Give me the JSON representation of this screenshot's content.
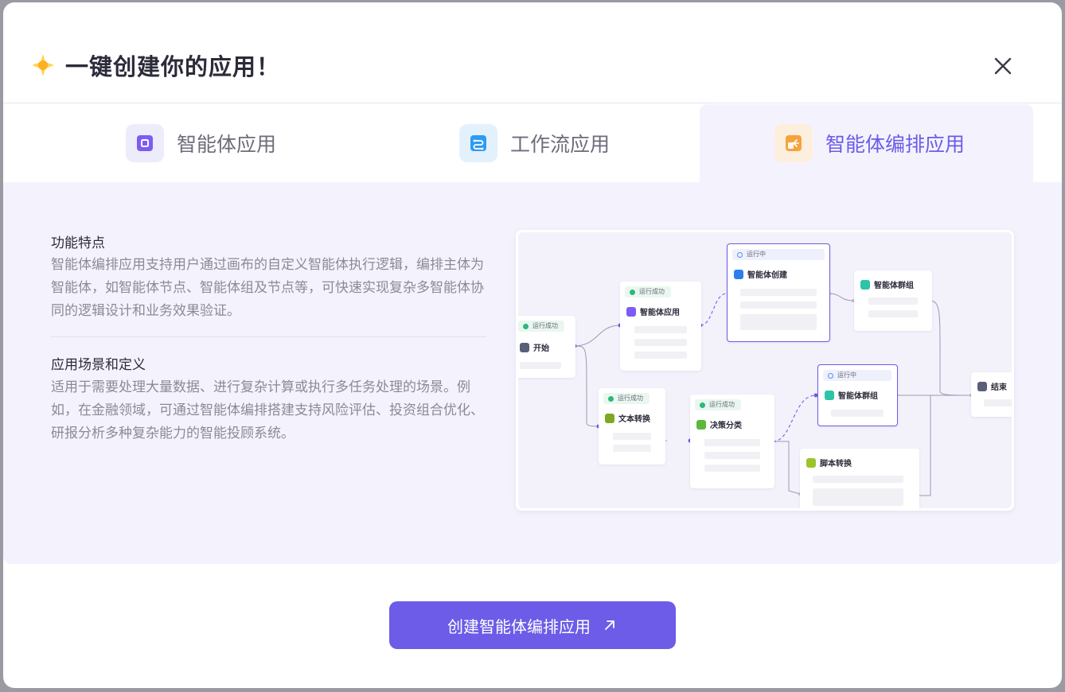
{
  "header": {
    "title": "一键创建你的应用！",
    "icon": "sparkle-icon"
  },
  "tabs": [
    {
      "label": "智能体应用",
      "icon": "agent-app-icon",
      "color": "#7b5cf5",
      "bg": "#ececfb"
    },
    {
      "label": "工作流应用",
      "icon": "workflow-icon",
      "color": "#2e9bf0",
      "bg": "#e3f1fd"
    },
    {
      "label": "智能体编排应用",
      "icon": "orchestration-icon",
      "color": "#f5a33b",
      "bg": "#fdefdd"
    }
  ],
  "active_tab": 2,
  "content": {
    "features_title": "功能特点",
    "features_desc": "智能体编排应用支持用户通过画布的自定义智能体执行逻辑，编排主体为智能体，如智能体节点、智能体组及节点等，可快速实现复杂多智能体协同的逻辑设计和业务效果验证。",
    "scenarios_title": "应用场景和定义",
    "scenarios_desc": "适用于需要处理大量数据、进行复杂计算或执行多任务处理的场景。例如，在金融领域，可通过智能体编排搭建支持风险评估、投资组合优化、研报分析多种复杂能力的智能投顾系统。"
  },
  "preview": {
    "nodes": [
      {
        "name": "开始",
        "status": "运行成功",
        "icon": "start-icon"
      },
      {
        "name": "智能体应用",
        "status": "运行成功",
        "icon": "agent-app-icon"
      },
      {
        "name": "智能体创建",
        "status": "运行中",
        "icon": "agent-create-icon"
      },
      {
        "name": "智能体群组",
        "status": "",
        "icon": "agent-group-icon"
      },
      {
        "name": "文本转换",
        "status": "运行成功",
        "icon": "text-transform-icon"
      },
      {
        "name": "决策分类",
        "status": "运行成功",
        "icon": "decision-icon"
      },
      {
        "name": "智能体群组",
        "status": "运行中",
        "icon": "agent-group-icon"
      },
      {
        "name": "脚本转换",
        "status": "",
        "icon": "script-icon"
      },
      {
        "name": "结束",
        "status": "",
        "icon": "end-icon"
      }
    ]
  },
  "create_button": {
    "label": "创建智能体编排应用",
    "icon": "arrow-up-right-icon"
  },
  "colors": {
    "accent": "#6c5ce7",
    "text": "#2b2b3a",
    "muted": "#8a8a98",
    "panel": "#f4f3fd"
  }
}
